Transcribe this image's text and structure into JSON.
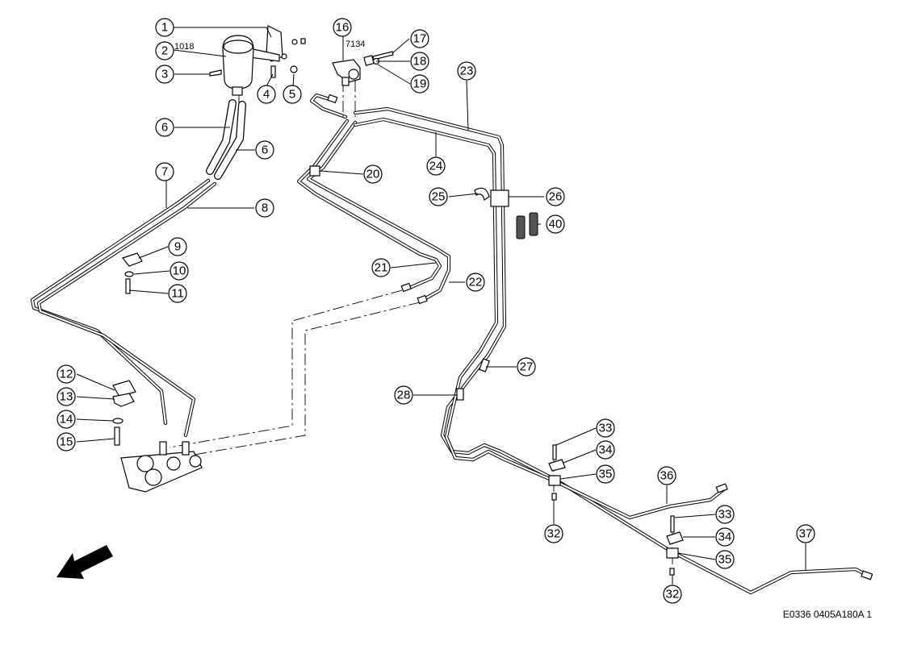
{
  "diagram": {
    "callouts": [
      "1",
      "2",
      "3",
      "4",
      "5",
      "6",
      "6",
      "7",
      "8",
      "9",
      "10",
      "11",
      "12",
      "13",
      "14",
      "15",
      "16",
      "17",
      "18",
      "19",
      "20",
      "21",
      "22",
      "23",
      "24",
      "25",
      "26",
      "27",
      "28",
      "32",
      "32",
      "33",
      "33",
      "34",
      "34",
      "35",
      "35",
      "36",
      "37",
      "40"
    ],
    "part_codes": {
      "reservoir": "1018",
      "valve": "7134"
    },
    "figure_reference": "E0336 0405A180A 1"
  }
}
